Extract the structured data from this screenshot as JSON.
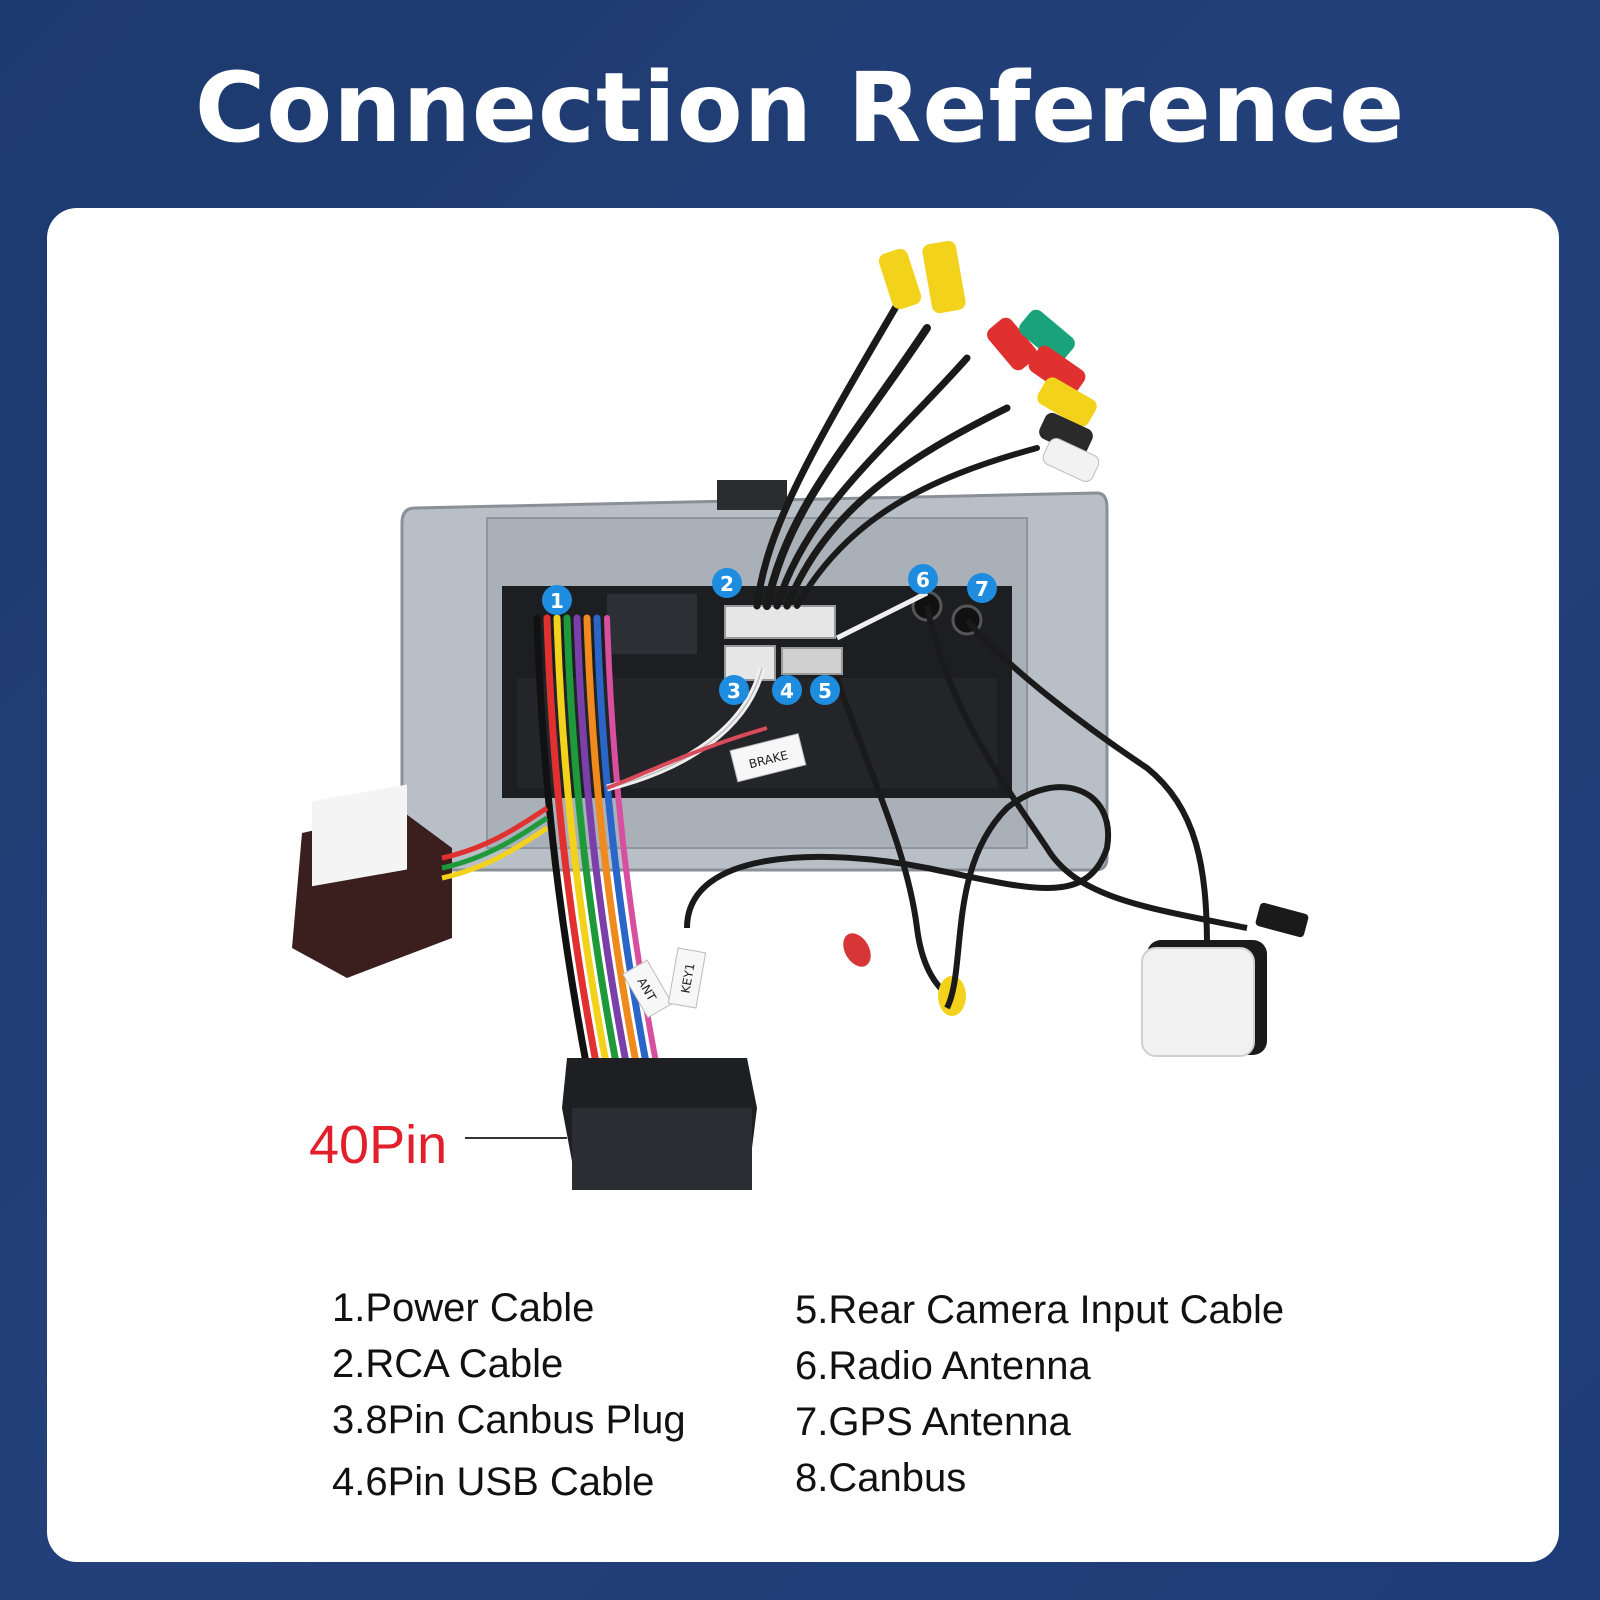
{
  "title": "Connection Reference",
  "colors": {
    "background": "#1f3d75",
    "card": "#ffffff",
    "badge": "#1e8de0",
    "pin_label": "#e2202b"
  },
  "badges": [
    "1",
    "2",
    "3",
    "4",
    "5",
    "6",
    "7"
  ],
  "pin_label": "40Pin",
  "cable_tags": {
    "brake": "BRAKE",
    "ant": "ANT",
    "key1": "KEY1"
  },
  "legend": {
    "left": [
      "1.Power Cable",
      "2.RCA Cable",
      "3.8Pin Canbus Plug",
      "4.6Pin USB Cable"
    ],
    "right": [
      "5.Rear Camera Input Cable",
      "6.Radio Antenna",
      "7.GPS Antenna",
      "8.Canbus"
    ]
  }
}
